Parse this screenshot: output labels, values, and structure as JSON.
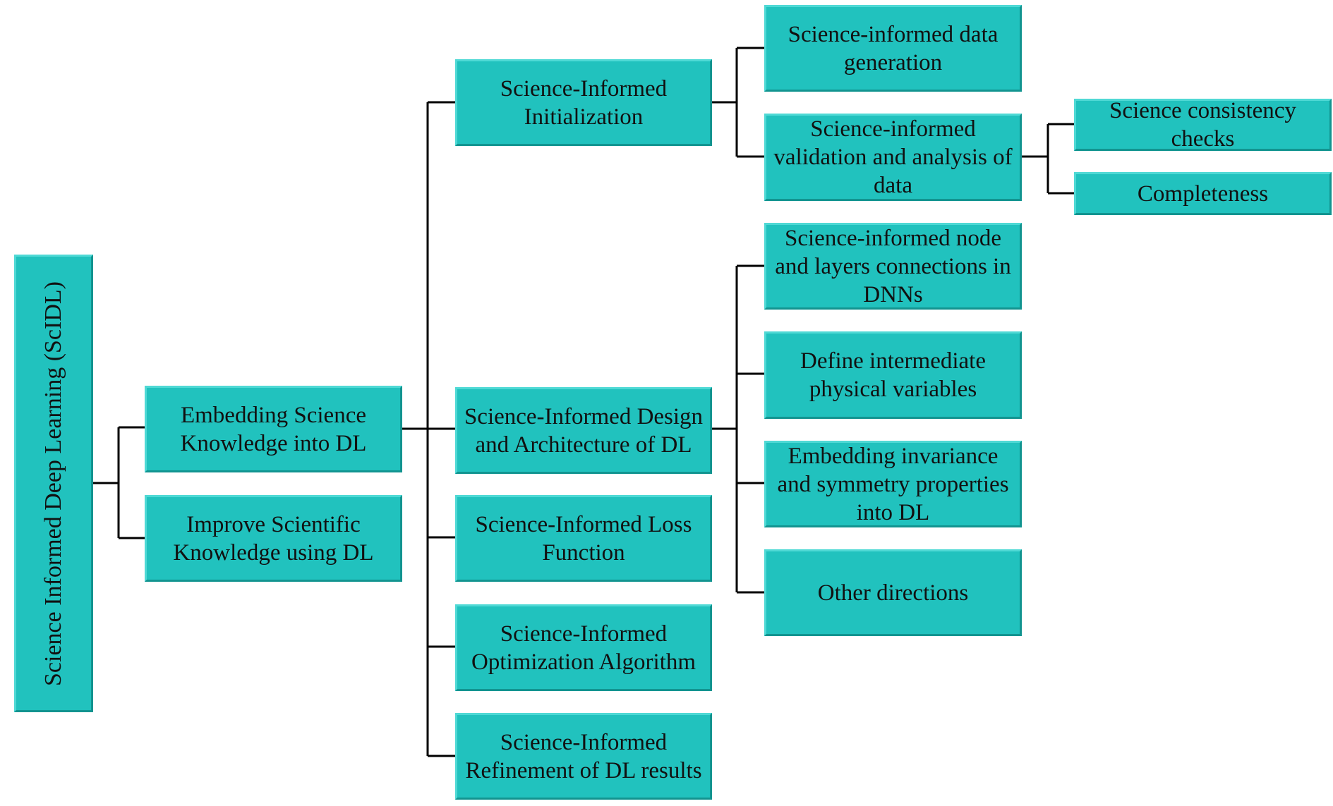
{
  "root": {
    "label": "Science Informed Deep Learning (ScIDL)"
  },
  "level1": [
    {
      "id": "embed",
      "label": "Embedding Science Knowledge into DL"
    },
    {
      "id": "improve",
      "label": "Improve Scientific Knowledge using DL"
    }
  ],
  "level2": [
    {
      "id": "init",
      "label": "Science-Informed Initialization"
    },
    {
      "id": "design",
      "label": "Science-Informed Design and Architecture of DL"
    },
    {
      "id": "loss",
      "label": "Science-Informed Loss Function"
    },
    {
      "id": "optim",
      "label": "Science-Informed Optimization Algorithm"
    },
    {
      "id": "refine",
      "label": "Science-Informed Refinement of DL results"
    }
  ],
  "level3_init": [
    {
      "id": "datagen",
      "label": "Science-informed data generation"
    },
    {
      "id": "validation",
      "label": "Science-informed validation and analysis of data"
    }
  ],
  "level3_design": [
    {
      "id": "nodes",
      "label": "Science-informed node and layers connections in DNNs"
    },
    {
      "id": "intermediate",
      "label": "Define intermediate physical variables"
    },
    {
      "id": "invariance",
      "label": "Embedding invariance and symmetry properties into DL"
    },
    {
      "id": "other",
      "label": "Other directions"
    }
  ],
  "level4_validation": [
    {
      "id": "consistency",
      "label": "Science consistency checks"
    },
    {
      "id": "completeness",
      "label": "Completeness"
    }
  ],
  "colors": {
    "box_fill": "#21c2be",
    "connector": "#000000",
    "text": "#111111"
  }
}
